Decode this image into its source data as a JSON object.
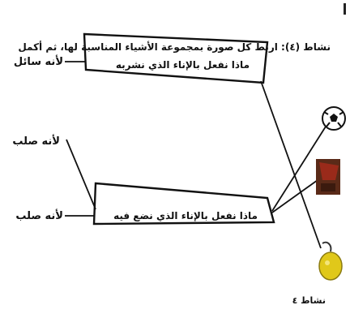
{
  "instruction": "نشاط (٤): اربط كل صورة بمجموعة الأشياء المناسبة لها، ثم أكمل",
  "box_top_text": "ماذا نفعل بالإناء الذي نشربه",
  "box_bottom_text": "ماذا نفعل بالإناء الذي نضع فيه",
  "left_top_label": "لأنه سائل",
  "left_middle_label": "لأنه صلب",
  "left_bottom_label": "لأنه صلب",
  "footer": "نشاط ٤",
  "colors": {
    "ink": "#111111",
    "ball_black": "#111111",
    "chocolate": "#5a2a18",
    "chocolate_red": "#9a2a1a",
    "lemon": "#e0c81a"
  },
  "icons": [
    "football-icon",
    "chocolate-icon",
    "lemon-icon"
  ]
}
